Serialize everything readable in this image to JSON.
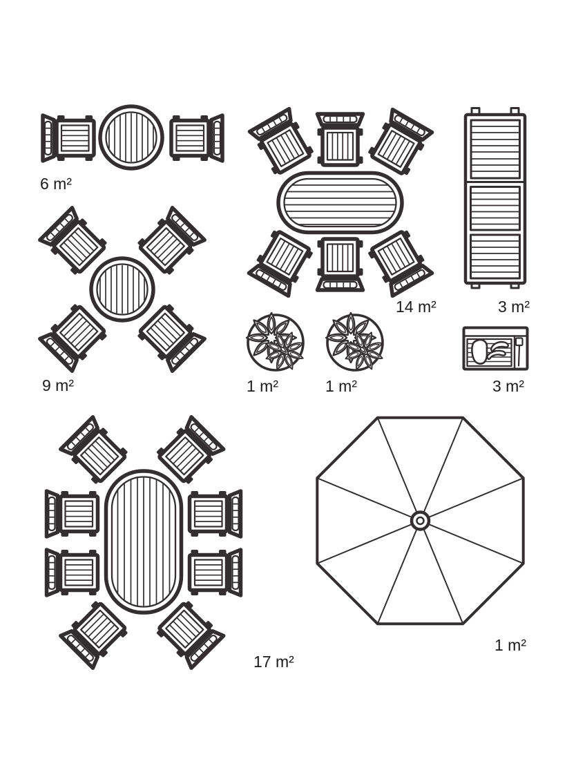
{
  "colors": {
    "stroke": "#332f30",
    "text": "#1b1b1b",
    "background": "#ffffff"
  },
  "items": [
    {
      "id": "bistro-set",
      "kind": "round-table-with-2-chairs",
      "area_label": "6 m²"
    },
    {
      "id": "dining-set-4",
      "kind": "round-table-with-4-chairs",
      "area_label": "9 m²"
    },
    {
      "id": "dining-set-6",
      "kind": "oval-table-with-6-chairs",
      "area_label": "14 m²"
    },
    {
      "id": "sun-lounger",
      "kind": "sun-lounger",
      "area_label": "3 m²"
    },
    {
      "id": "plant-left",
      "kind": "shrub-top-view",
      "area_label": "1 m²"
    },
    {
      "id": "plant-right",
      "kind": "shrub-top-view",
      "area_label": "1 m²"
    },
    {
      "id": "barbecue",
      "kind": "grill-top-view",
      "area_label": "3 m²"
    },
    {
      "id": "dining-set-8",
      "kind": "oval-table-with-8-chairs",
      "area_label": "17 m²"
    },
    {
      "id": "parasol",
      "kind": "umbrella-top-view",
      "area_label": "1 m²"
    }
  ]
}
